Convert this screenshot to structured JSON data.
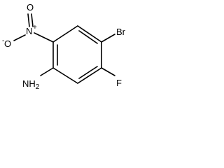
{
  "molecule": {
    "atoms": {
      "oxygen_double": "O",
      "nitro_nitrogen": "N",
      "nitro_charge": "+",
      "oxygen_single": "O",
      "oxygen_charge": "-",
      "bromine": "Br",
      "fluorine": "F",
      "amine": "NH",
      "amine_subscript": "2"
    }
  }
}
